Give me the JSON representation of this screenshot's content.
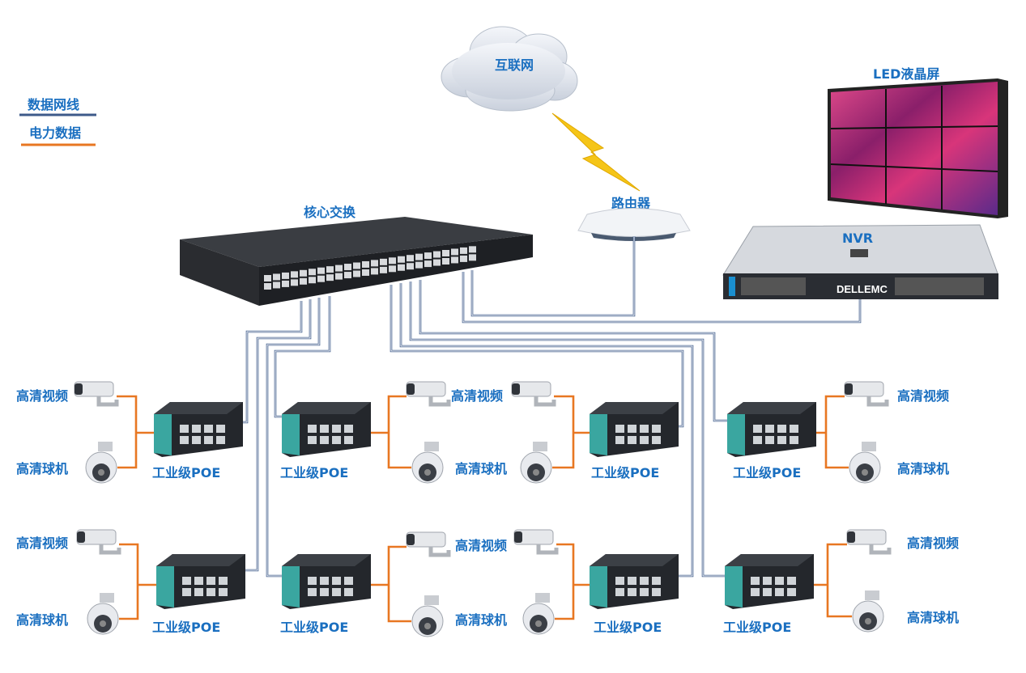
{
  "legend": {
    "data_line": "数据网线",
    "power_line": "电力数据",
    "data_color": "#3d5a8a",
    "power_color": "#e87722"
  },
  "nodes": {
    "internet": "互联网",
    "router": "路由器",
    "core_switch": "核心交换",
    "led_screen": "LED液晶屏",
    "nvr": "NVR",
    "nvr_brand_logo": "DELLEMC"
  },
  "groups": [
    {
      "poe": "工业级POE",
      "camera_label": "高清视频",
      "dome_label": "高清球机"
    },
    {
      "poe": "工业级POE",
      "camera_label": "高清视频",
      "dome_label": "高清球机"
    },
    {
      "poe": "工业级POE"
    },
    {
      "poe": "工业级POE",
      "camera_label": "高清视频",
      "dome_label": "高清球机"
    },
    {
      "poe": "工业级POE",
      "camera_label": "高清视频",
      "dome_label": "高清球机"
    },
    {
      "poe": "工业级POE",
      "camera_label": "高清视频",
      "dome_label": "高清球机"
    },
    {
      "poe": "工业级POE"
    },
    {
      "poe": "工业级POE",
      "camera_label": "高清视频",
      "dome_label": "高清球机"
    }
  ]
}
